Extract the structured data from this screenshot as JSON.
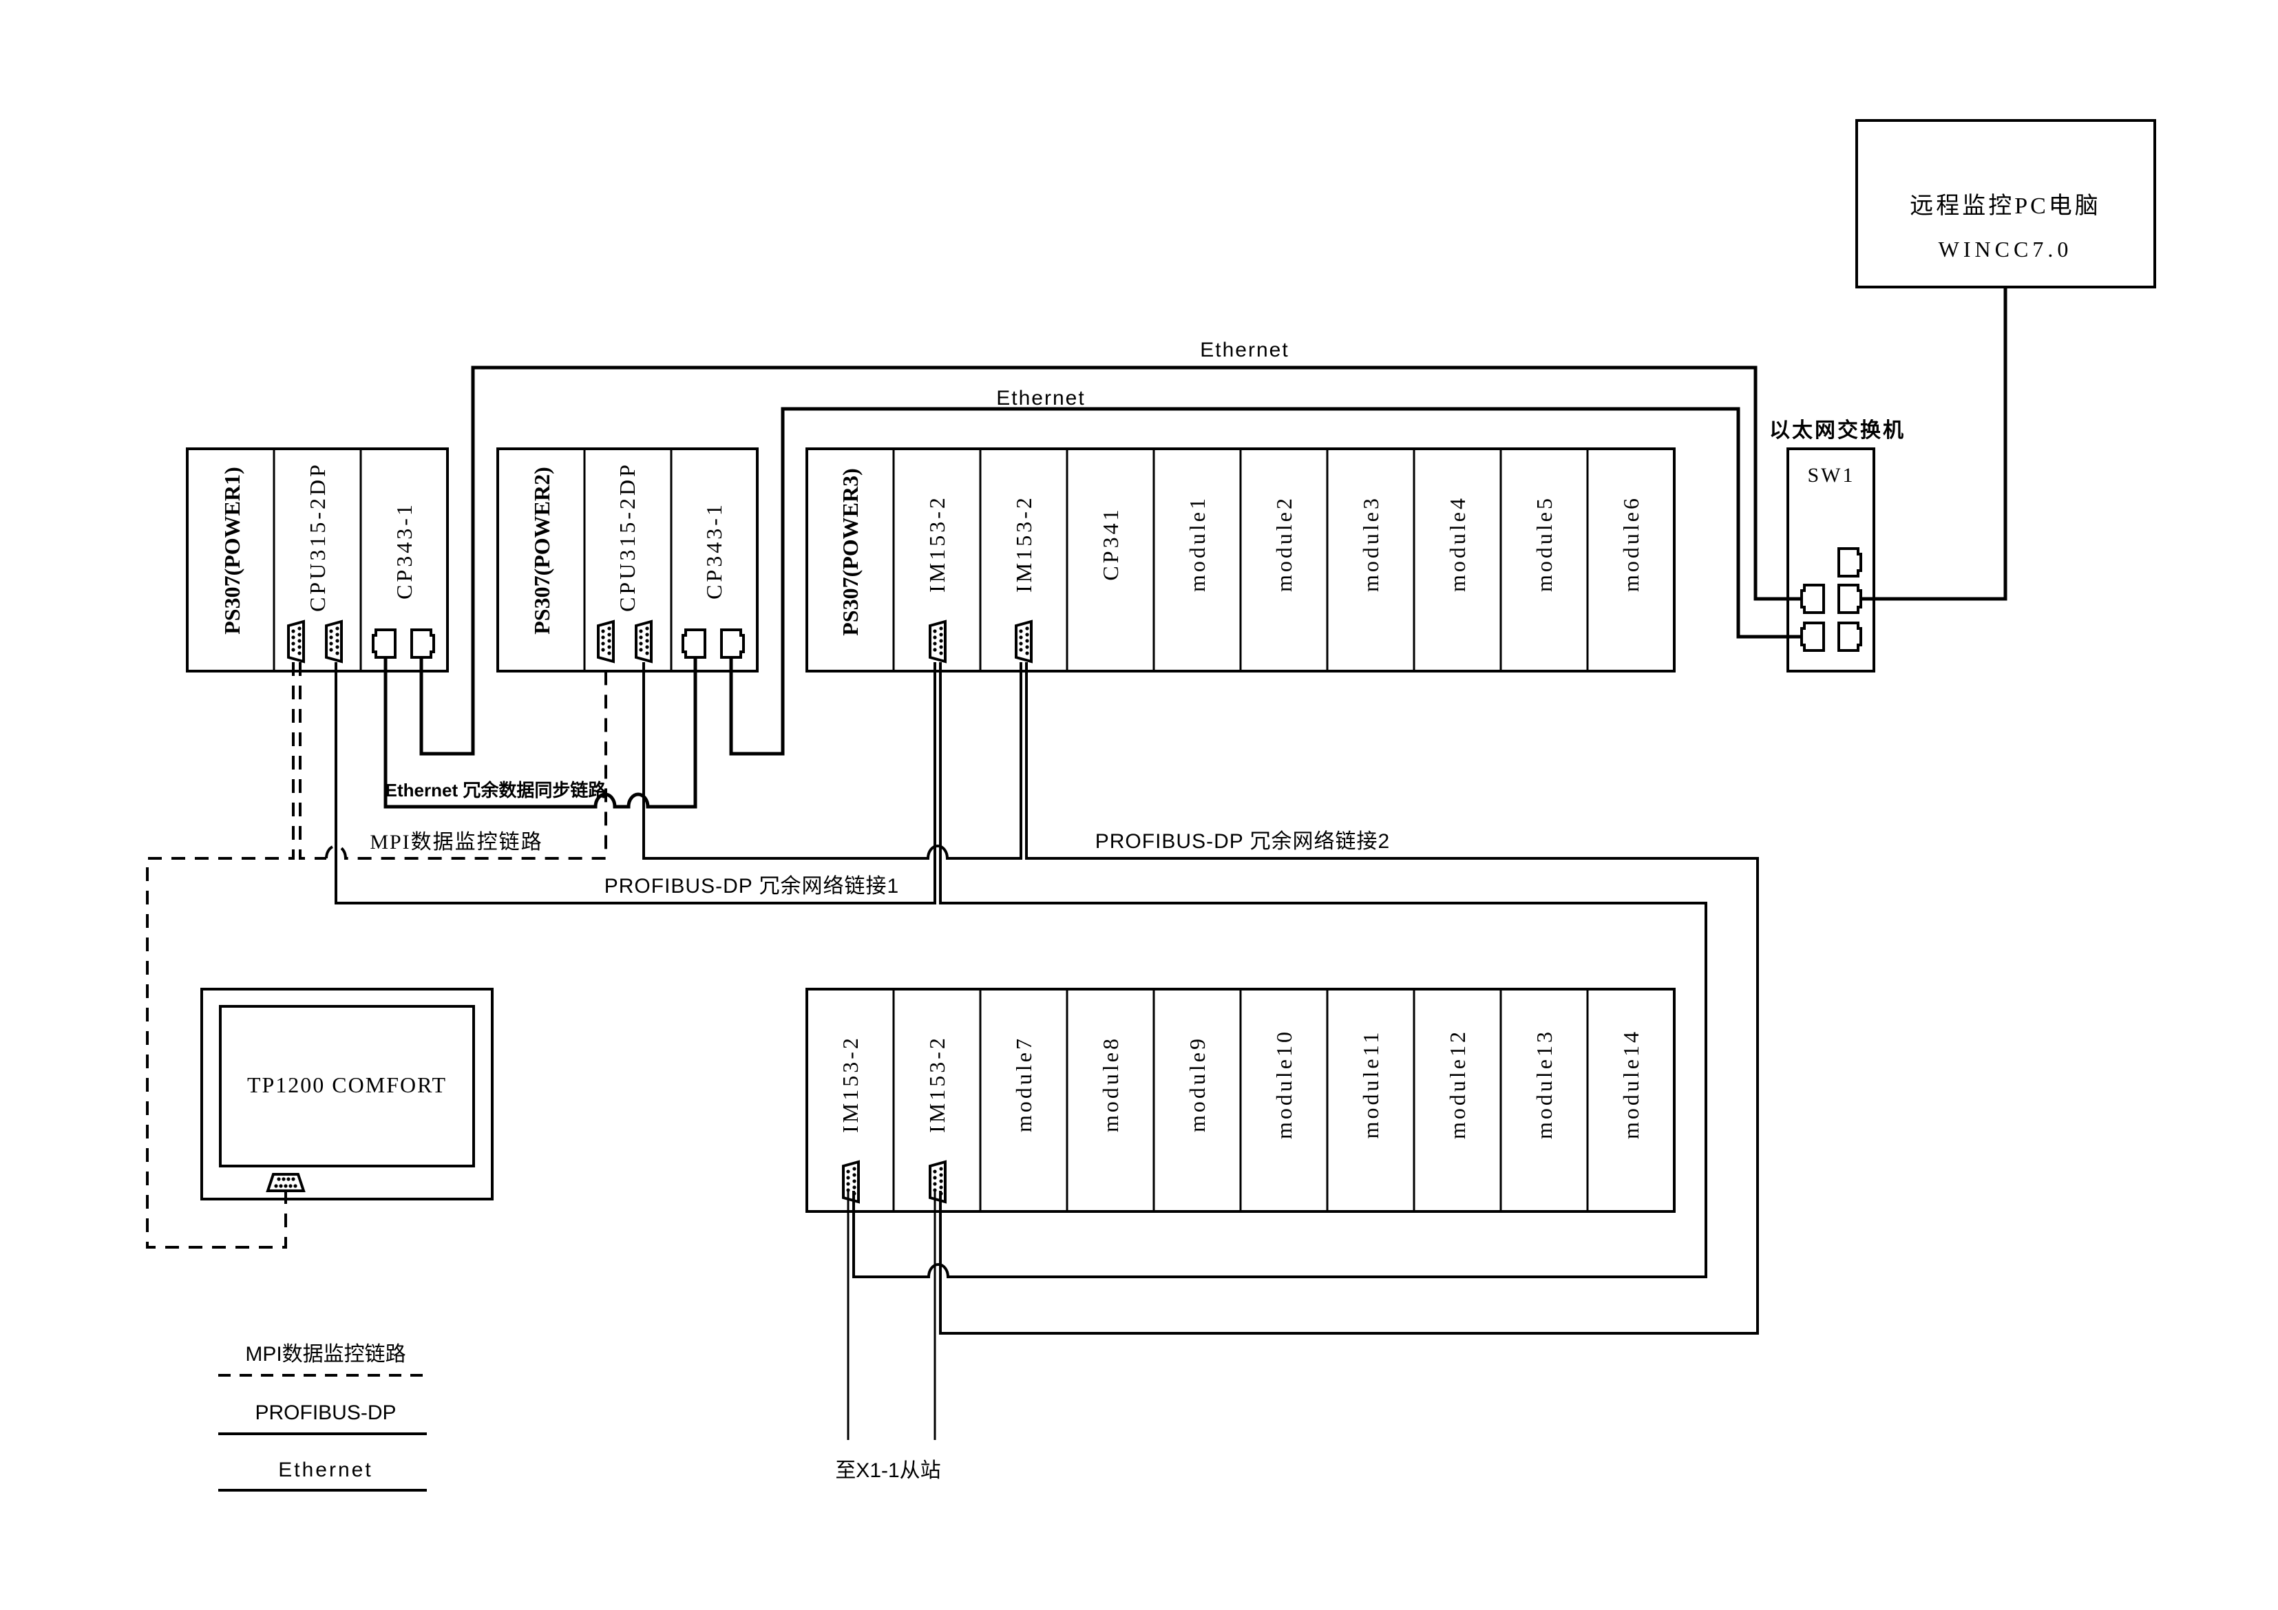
{
  "colors": {
    "line": "#000000",
    "background": "#ffffff"
  },
  "remote_pc": {
    "line1": "远程监控PC电脑",
    "line2": "WINCC7.0"
  },
  "switch": {
    "title": "以太网交换机",
    "name": "SW1",
    "port_count": 5
  },
  "rack1": {
    "slots": [
      "PS307(POWER1)",
      "CPU315-2DP",
      "CP343-1"
    ]
  },
  "rack2": {
    "slots": [
      "PS307(POWER2)",
      "CPU315-2DP",
      "CP343-1"
    ]
  },
  "rack3": {
    "slots": [
      "PS307(POWER3)",
      "IM153-2",
      "IM153-2",
      "CP341",
      "module1",
      "module2",
      "module3",
      "module4",
      "module5",
      "module6"
    ]
  },
  "rack4": {
    "slots": [
      "IM153-2",
      "IM153-2",
      "module7",
      "module8",
      "module9",
      "module10",
      "module11",
      "module12",
      "module13",
      "module14"
    ]
  },
  "hmi": {
    "label": "TP1200 COMFORT"
  },
  "links": {
    "ethernet_top": "Ethernet",
    "ethernet_second": "Ethernet",
    "ethernet_sync": "Ethernet 冗余数据同步链路",
    "mpi": "MPI数据监控链路",
    "profibus1": "PROFIBUS-DP 冗余网络链接1",
    "profibus2": "PROFIBUS-DP 冗余网络链接2",
    "slave_station": "至X1-1从站"
  },
  "legend": [
    {
      "label": "MPI数据监控链路",
      "style": "dashed"
    },
    {
      "label": "PROFIBUS-DP",
      "style": "solid"
    },
    {
      "label": "Ethernet",
      "style": "solid"
    }
  ]
}
